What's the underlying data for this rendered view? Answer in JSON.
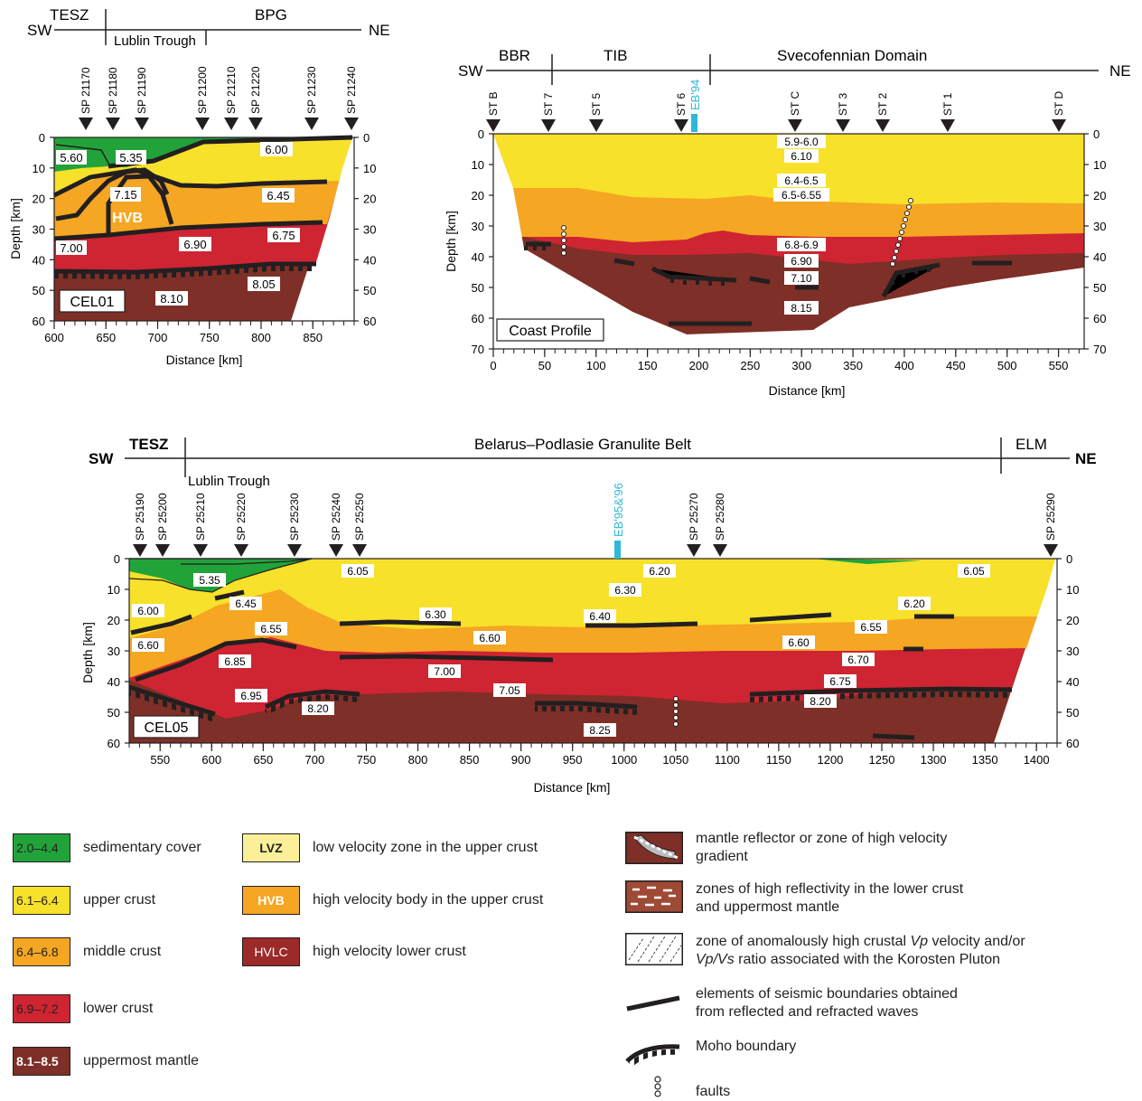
{
  "colors": {
    "sediment": "#22a33a",
    "upper": "#f7e12a",
    "middle": "#f5a623",
    "lower": "#cf2432",
    "mantle": "#7e2f27",
    "lvz": "#fbef9a",
    "hvlc": "#9b2a28",
    "cyan": "#2fb8d8"
  },
  "top_left": {
    "sw": "SW",
    "ne": "NE",
    "zones": [
      "TESZ",
      "BPG"
    ],
    "sub_zone": "Lublin Trough",
    "shotpoints": [
      "SP 21170",
      "SP 21180",
      "SP 21190",
      "SP 21200",
      "SP 21210",
      "SP 21220",
      "SP 21230",
      "SP 21240"
    ],
    "x_ticks": [
      "600",
      "650",
      "700",
      "750",
      "800",
      "850"
    ],
    "y_ticks": [
      "0",
      "10",
      "20",
      "30",
      "40",
      "50",
      "60"
    ],
    "xlabel": "Distance  [km]",
    "ylabel": "Depth  [km]",
    "profile_name": "CEL01",
    "velocities": [
      "5.60",
      "5.35",
      "6.00",
      "7.15",
      "6.45",
      "HVB",
      "6.75",
      "7.00",
      "6.90",
      "8.05",
      "8.10"
    ]
  },
  "top_right": {
    "sw": "SW",
    "ne": "NE",
    "zones": [
      "BBR",
      "TIB",
      "Svecofennian  Domain"
    ],
    "stations": [
      "ST B",
      "ST 7",
      "ST 5",
      "ST 6",
      "ST C",
      "ST 3",
      "ST 2",
      "ST 1",
      "ST D"
    ],
    "eb_label": "EB'94",
    "x_ticks": [
      "0",
      "50",
      "100",
      "150",
      "200",
      "250",
      "300",
      "350",
      "400",
      "450",
      "500",
      "550"
    ],
    "y_ticks": [
      "0",
      "10",
      "20",
      "30",
      "40",
      "50",
      "60",
      "70"
    ],
    "xlabel": "Distance  [km]",
    "ylabel": "Depth  [km]",
    "profile_name": "Coast Profile",
    "velocities": [
      "5.9-6.0",
      "6.10",
      "6.4-6.5",
      "6.5-6.55",
      "6.8-6.9",
      "6.90",
      "7.10",
      "8.15"
    ]
  },
  "bottom": {
    "sw": "SW",
    "ne": "NE",
    "zones": [
      "TESZ",
      "Belarus–Podlasie   Granulite   Belt",
      "ELM"
    ],
    "sub_zone": "Lublin Trough",
    "shotpoints": [
      "SP 25190",
      "SP 25200",
      "SP 25210",
      "SP 25220",
      "SP 25230",
      "SP 25240",
      "SP 25250",
      "SP 25270",
      "SP 25280",
      "SP 25290"
    ],
    "eb_label": "EB'95&'96",
    "x_ticks": [
      "550",
      "600",
      "650",
      "700",
      "750",
      "800",
      "850",
      "900",
      "950",
      "1000",
      "1050",
      "1100",
      "1150",
      "1200",
      "1250",
      "1300",
      "1350",
      "1400"
    ],
    "y_ticks": [
      "0",
      "10",
      "20",
      "30",
      "40",
      "50",
      "60"
    ],
    "xlabel": "Distance  [km]",
    "ylabel": "Depth  [km]",
    "profile_name": "CEL05",
    "velocities": [
      "5.35",
      "6.05",
      "6.20",
      "6.05",
      "6.30",
      "6.00",
      "6.45",
      "6.20",
      "6.30",
      "6.40",
      "6.55",
      "6.55",
      "6.60",
      "6.60",
      "6.60",
      "6.70",
      "7.00",
      "6.85",
      "6.75",
      "7.05",
      "6.95",
      "8.20",
      "8.20",
      "8.25"
    ]
  },
  "legend": {
    "left": [
      {
        "swatch": "2.0–4.4",
        "label": "sedimentary cover"
      },
      {
        "swatch": "6.1–6.4",
        "label": "upper crust"
      },
      {
        "swatch": "6.4–6.8",
        "label": "middle crust"
      },
      {
        "swatch": "6.9–7.2",
        "label": "lower crust"
      },
      {
        "swatch": "8.1–8.5",
        "label": "uppermost mantle"
      }
    ],
    "middle": [
      {
        "swatch": "LVZ",
        "label": "low velocity zone in the upper crust"
      },
      {
        "swatch": "HVB",
        "label": "high velocity body in the upper crust"
      },
      {
        "swatch": "HVLC",
        "label": "high velocity lower crust"
      }
    ],
    "right": [
      {
        "line1": "mantle reflector or zone of high velocity",
        "line2": "gradient"
      },
      {
        "line1": "zones of high reflectivity in the lower crust",
        "line2": "and uppermost mantle"
      },
      {
        "line1": "zone of anomalously high crustal ",
        "vp": "Vp",
        "mid": " velocity and/or",
        "vpvs": "Vp/Vs",
        "line2": " ratio associated with the Korosten Pluton"
      },
      {
        "line1": "elements of seismic boundaries obtained",
        "line2": "from reflected and refracted waves"
      },
      {
        "line1": "Moho boundary",
        "line2": ""
      },
      {
        "line1": "faults",
        "line2": ""
      }
    ]
  }
}
